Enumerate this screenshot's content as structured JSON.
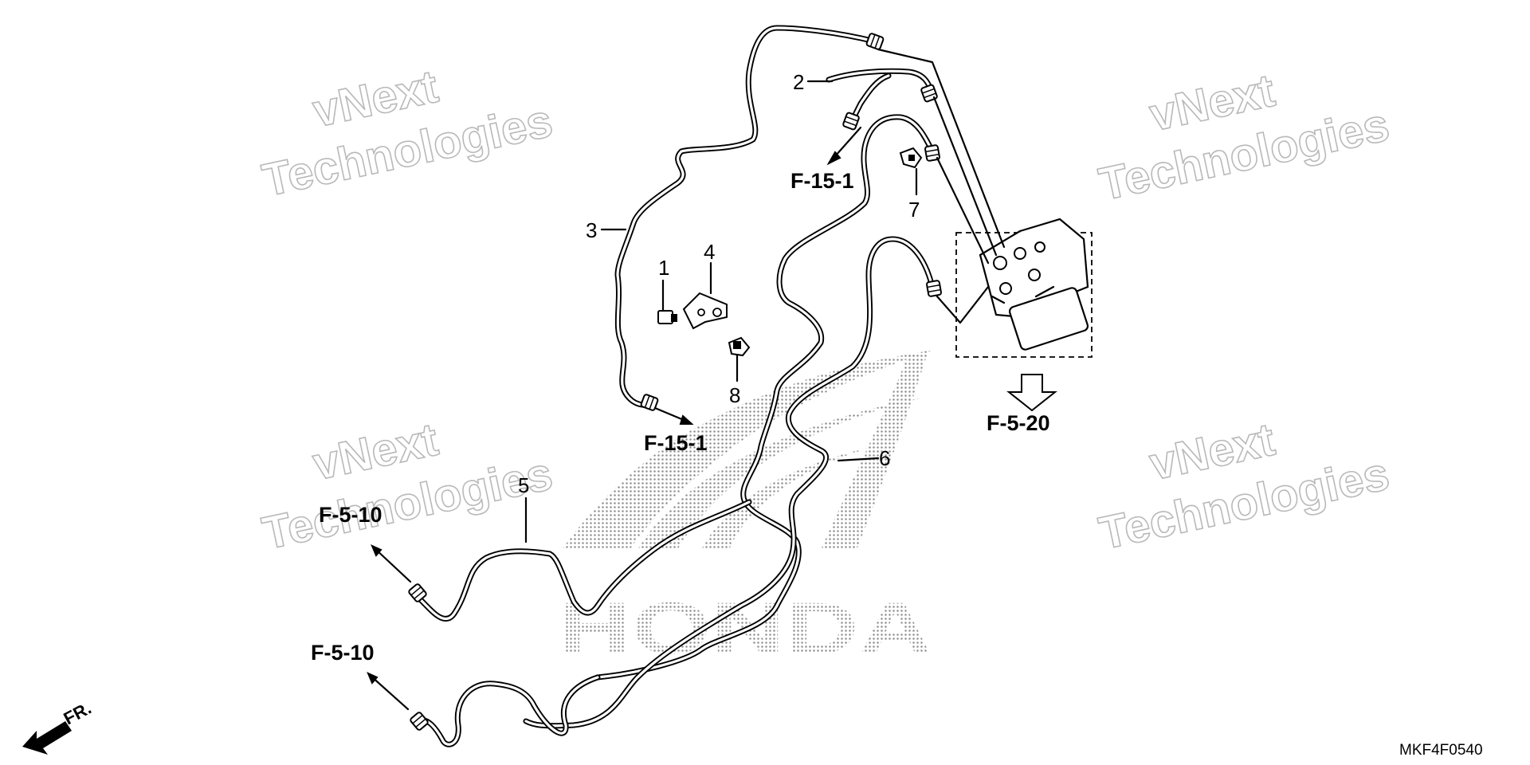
{
  "watermarks": [
    {
      "line1": "vNext",
      "line2": "Technologies"
    },
    {
      "line1": "vNext",
      "line2": "Technologies"
    },
    {
      "line1": "vNext",
      "line2": "Technologies"
    },
    {
      "line1": "vNext",
      "line2": "Technologies"
    }
  ],
  "brand_mark": "HONDA",
  "callouts": [
    "1",
    "2",
    "3",
    "4",
    "5",
    "6",
    "7",
    "8"
  ],
  "references": {
    "ref_a": "F-15-1",
    "ref_b": "F-15-1",
    "ref_c": "F-5-10",
    "ref_d": "F-5-10",
    "ref_e": "F-5-20"
  },
  "direction_label": "FR.",
  "diagram_code": "MKF4F0540",
  "colors": {
    "ink": "#000000",
    "watermark": "#b9b9b9",
    "background": "#ffffff"
  }
}
